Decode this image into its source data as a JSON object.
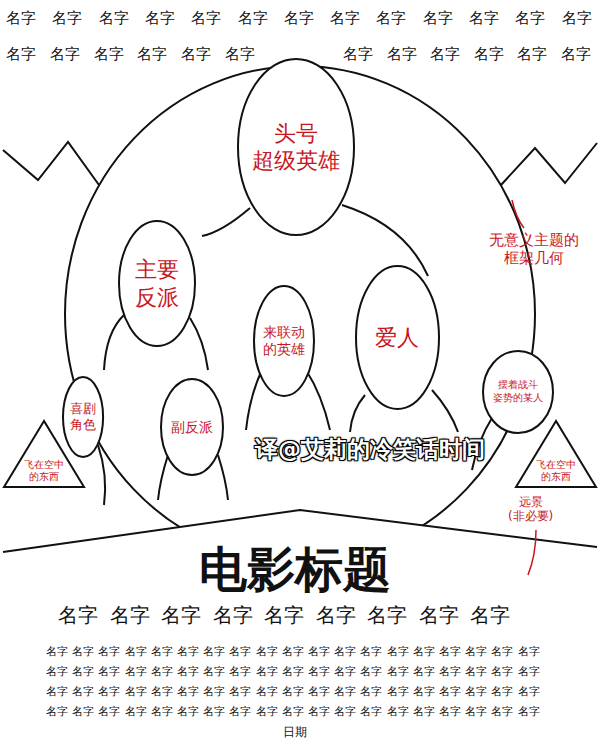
{
  "diagram": {
    "nodes": [
      {
        "text": [
          "头号 超级英雄"
        ]
      },
      {
        "text": [
          "主要 反派"
        ]
      },
      {
        "text": [
          "来联动 的英雄"
        ]
      },
      {
        "text": [
          "爱人"
        ]
      },
      {
        "text": [
          "喜剧 角色"
        ]
      },
      {
        "text": [
          "副反派"
        ]
      },
      {
        "text": [
          "摆着战斗 姿势的某人"
        ]
      },
      {
        "text": [
          "飞在空中 的东西"
        ]
      },
      {
        "text": [
          "飞在空中 的东西"
        ]
      }
    ],
    "labels": [
      "名字",
      "名字",
      "名字",
      "名字",
      "名字",
      "名字",
      "名字",
      "名字",
      "名字",
      "名字",
      "名字",
      "名字",
      "名字",
      "名字",
      "名字",
      "名字",
      "名字",
      "名字",
      "名字",
      "名字",
      "名字",
      "名字",
      "名字",
      "名字",
      "名字",
      "无意义主题的 框架几何",
      "译@艾莉的冷笑话时间",
      "远景 (非必要)",
      "电影标题",
      "名字",
      "名字",
      "名字",
      "名字",
      "名字",
      "名字",
      "名字",
      "名字",
      "名字",
      "名字",
      "名字",
      "名字",
      "名字",
      "名字",
      "名字",
      "名字",
      "名字",
      "名字",
      "名字",
      "名字",
      "名字",
      "名字",
      "名字",
      "名字",
      "名字",
      "名字",
      "名字",
      "名字",
      "名字",
      "名字",
      "名字",
      "名字",
      "名字",
      "名字",
      "名字",
      "名字",
      "名字",
      "名字",
      "名字",
      "名字",
      "名字",
      "名字",
      "名字",
      "名字",
      "名字",
      "名字",
      "名字",
      "名字",
      "名字",
      "名字",
      "名字",
      "名字",
      "名字",
      "名字",
      "名字",
      "名字",
      "名字",
      "名字",
      "名字",
      "名字",
      "名字",
      "名字",
      "名字",
      "名字",
      "名字",
      "名字",
      "名字",
      "名字",
      "名字",
      "名字",
      "名字",
      "名字",
      "名字",
      "名字",
      "名字",
      "名字",
      "名字",
      "名字",
      "名字",
      "名字",
      "名字",
      "名字",
      "名字",
      "名字",
      "名字",
      "日期"
    ]
  }
}
